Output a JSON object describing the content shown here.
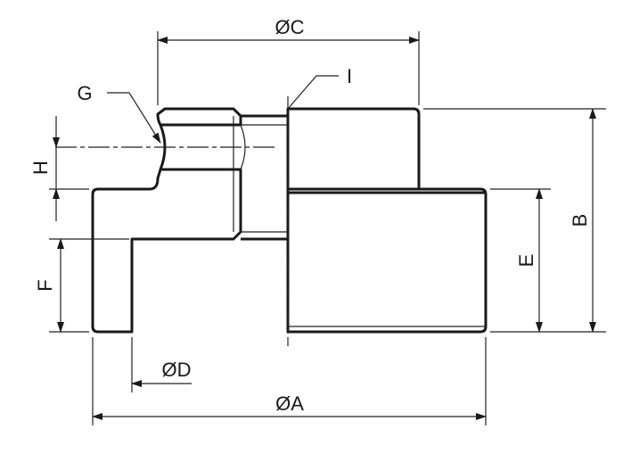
{
  "labels": {
    "dia_c": "ØC",
    "dia_a": "ØA",
    "dia_d": "ØD",
    "b": "B",
    "e": "E",
    "f": "F",
    "h": "H",
    "g": "G",
    "i": "I"
  },
  "colors": {
    "section_fill": "#d6d6d6",
    "line": "#1a1a1a"
  }
}
